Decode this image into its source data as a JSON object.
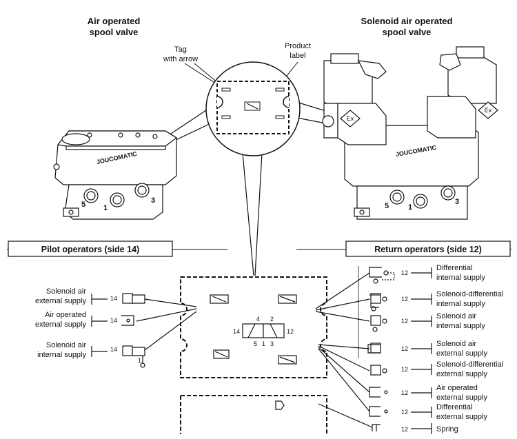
{
  "titles": {
    "air_valve": [
      "Air operated",
      "spool valve"
    ],
    "solenoid_valve": [
      "Solenoid air operated",
      "spool valve"
    ]
  },
  "callouts": {
    "tag": [
      "Tag",
      "with arrow"
    ],
    "product_label": [
      "Product",
      "label"
    ]
  },
  "valve_brand": "JOUCOMATIC",
  "port_labels": [
    "5",
    "1",
    "3"
  ],
  "ex_mark": "Ex",
  "pilot_box": {
    "title": "Pilot operators (side 14)"
  },
  "return_box": {
    "title": "Return operators (side 12)"
  },
  "pilot_items": [
    {
      "label": [
        "Solenoid air",
        "external supply"
      ],
      "code": "14"
    },
    {
      "label": [
        "Air operated",
        "external supply"
      ],
      "code": "14"
    },
    {
      "label": [
        "Solenoid air",
        "internal supply"
      ],
      "code": "14",
      "sub": "1"
    }
  ],
  "return_items": [
    {
      "label": [
        "Differential",
        "internal supply"
      ],
      "code": "12"
    },
    {
      "label": [
        "Solenoid-differential",
        "internal supply"
      ],
      "code": "12"
    },
    {
      "label": [
        "Solenoid air",
        "internal supply"
      ],
      "code": "12"
    },
    {
      "label": [
        "Solenoid air",
        "external supply"
      ],
      "code": "12"
    },
    {
      "label": [
        "Solenoid-differential",
        "external supply"
      ],
      "code": "12"
    },
    {
      "label": [
        "Air operated",
        "external supply"
      ],
      "code": "12"
    },
    {
      "label": [
        "Differential",
        "external supply"
      ],
      "code": "12"
    },
    {
      "label": [
        "Spring"
      ],
      "code": "12"
    }
  ],
  "schematic": {
    "side_left": "14",
    "side_right": "12",
    "ports_top": [
      "4",
      "2"
    ],
    "ports_bottom": [
      "5",
      "1",
      "3"
    ]
  }
}
